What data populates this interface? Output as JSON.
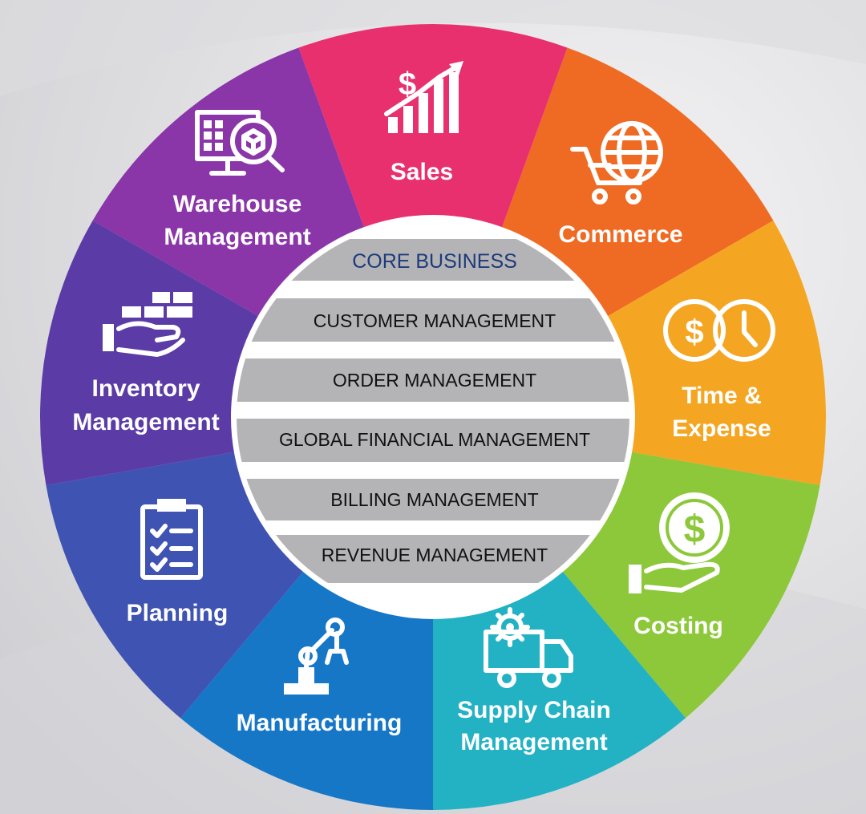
{
  "segments": [
    {
      "id": "sales",
      "label_lines": [
        "Sales"
      ],
      "color": "#e8306f",
      "icon": "sales-growth-icon"
    },
    {
      "id": "commerce",
      "label_lines": [
        "Commerce"
      ],
      "color": "#ef6a22",
      "icon": "shopping-cart-globe-icon"
    },
    {
      "id": "time-expense",
      "label_lines": [
        "Time &",
        "Expense"
      ],
      "color": "#f4a623",
      "icon": "dollar-clock-icon"
    },
    {
      "id": "costing",
      "label_lines": [
        "Costing"
      ],
      "color": "#8cc83a",
      "icon": "hand-dollar-coin-icon"
    },
    {
      "id": "supply-chain",
      "label_lines": [
        "Supply Chain",
        "Management"
      ],
      "color": "#22b2c4",
      "icon": "delivery-truck-gear-icon"
    },
    {
      "id": "manufacturing",
      "label_lines": [
        "Manufacturing"
      ],
      "color": "#1677c7",
      "icon": "robotic-arm-icon"
    },
    {
      "id": "planning",
      "label_lines": [
        "Planning"
      ],
      "color": "#3f53b2",
      "icon": "clipboard-checklist-icon"
    },
    {
      "id": "inventory",
      "label_lines": [
        "Inventory",
        "Management"
      ],
      "color": "#5b3ba6",
      "icon": "hand-boxes-icon"
    },
    {
      "id": "warehouse",
      "label_lines": [
        "Warehouse",
        "Management"
      ],
      "color": "#8a35a8",
      "icon": "monitor-search-box-icon"
    }
  ],
  "core": {
    "title": "CORE BUSINESS",
    "items": [
      "CUSTOMER MANAGEMENT",
      "ORDER MANAGEMENT",
      "GLOBAL FINANCIAL MANAGEMENT",
      "BILLING MANAGEMENT",
      "REVENUE MANAGEMENT"
    ]
  }
}
